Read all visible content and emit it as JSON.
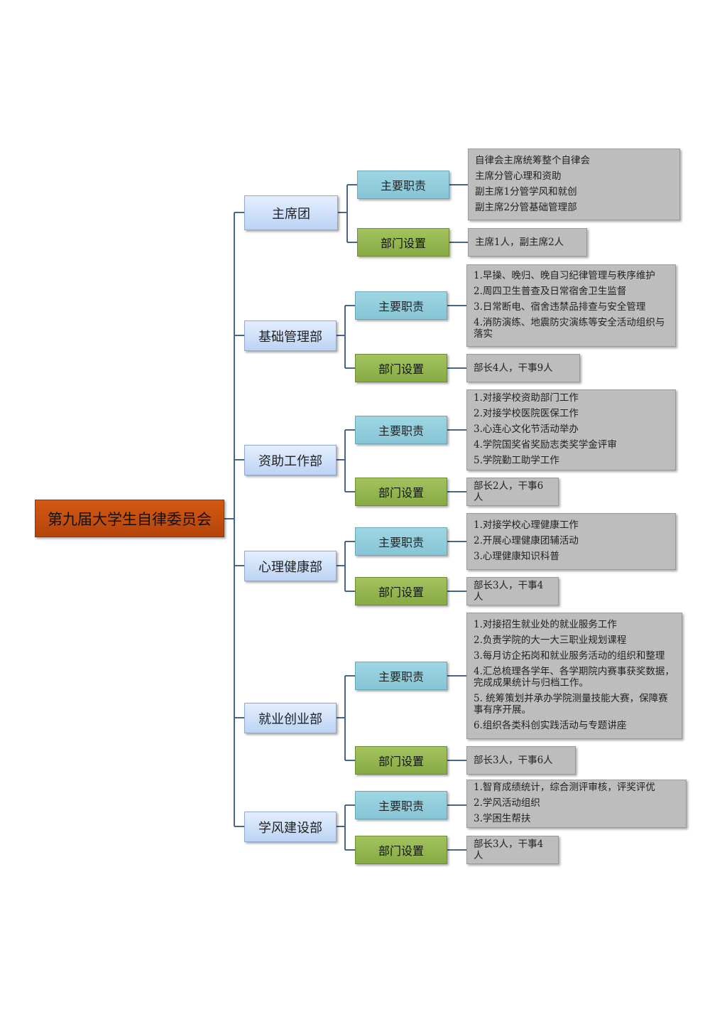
{
  "root": {
    "title": "第九届大学生自律委员会"
  },
  "departments": [
    {
      "name": "主席团",
      "duty_label": "主要职责",
      "setup_label": "部门设置",
      "duties": [
        "自律会主席统筹整个自律会",
        "主席分管心理和资助",
        "副主席1分管学风和就创",
        "副主席2分管基础管理部"
      ],
      "staffing": "主席1人，副主席2人"
    },
    {
      "name": "基础管理部",
      "duty_label": "主要职责",
      "setup_label": "部门设置",
      "duties": [
        "1.早操、晚归、晚自习纪律管理与秩序维护",
        "2.周四卫生普查及日常宿舍卫生监督",
        "3.日常断电、宿舍违禁品排查与安全管理",
        "4.消防演练、地震防灾演练等安全活动组织与落实"
      ],
      "staffing": "部长4人，干事9人"
    },
    {
      "name": "资助工作部",
      "duty_label": "主要职责",
      "setup_label": "部门设置",
      "duties": [
        "1.对接学校资助部门工作",
        "2.对接学校医院医保工作",
        "3.心连心文化节活动举办",
        "4.学院国奖省奖励志类奖学金评审",
        "5.学院勤工助学工作"
      ],
      "staffing": "部长2人，干事6人"
    },
    {
      "name": "心理健康部",
      "duty_label": "主要职责",
      "setup_label": "部门设置",
      "duties": [
        "1.对接学校心理健康工作",
        "2.开展心理健康团辅活动",
        "3.心理健康知识科普"
      ],
      "staffing": "部长3人，干事4人"
    },
    {
      "name": "就业创业部",
      "duty_label": "主要职责",
      "setup_label": "部门设置",
      "duties": [
        "1.对接招生就业处的就业服务工作",
        "2.负责学院的大一大三职业规划课程",
        "3.每月访企拓岗和就业服务活动的组织和整理",
        "4.汇总梳理各学年、各学期院内赛事获奖数据，完成成果统计与归档工作。",
        "5. 统筹策划并承办学院测量技能大赛，保障赛事有序开展。",
        "6.组织各类科创实践活动与专题讲座"
      ],
      "staffing": "部长3人，干事6人"
    },
    {
      "name": "学风建设部",
      "duty_label": "主要职责",
      "setup_label": "部门设置",
      "duties": [
        "1.智育成绩统计，综合测评审核，评奖评优",
        "2.学风活动组织",
        "3.学困生帮扶"
      ],
      "staffing": "部长3人，干事4人"
    }
  ],
  "colors": {
    "root_fill": "#c24e0e",
    "dept_fill": "#cfe0f8",
    "duty_fill": "#92cddd",
    "setup_fill": "#97b852",
    "info_fill": "#bdbdbd",
    "connector": "#44668f"
  }
}
